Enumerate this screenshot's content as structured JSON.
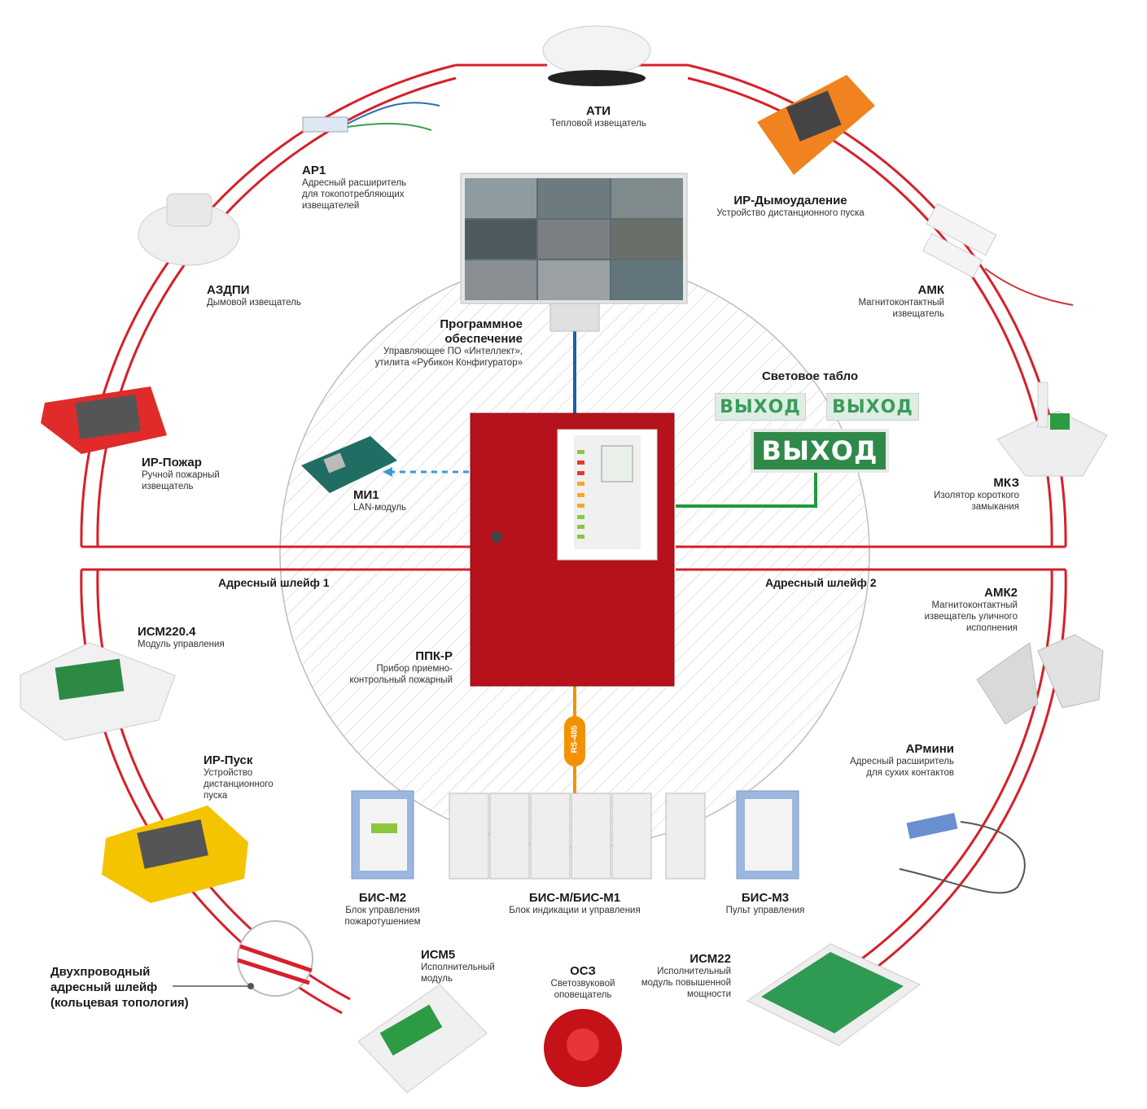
{
  "center_device": {
    "title": "ППК-Р",
    "desc": "Прибор приемно-\nконтрольный пожарный"
  },
  "software": {
    "title": "Программное\nобеспечение",
    "desc": "Управляющее ПО «Интеллект»,\nутилита «Рубикон Конфигуратор»"
  },
  "mi1": {
    "title": "МИ1",
    "desc": "LAN-модуль"
  },
  "light_board": {
    "title": "Световое табло",
    "sign_text": "ВЫХОД"
  },
  "loop1": "Адресный шлейф 1",
  "loop2": "Адресный шлейф 2",
  "rs485": "RS-485",
  "two_wire": "Двухпроводный\nадресный шлейф\n(кольцевая топология)",
  "devices": {
    "ati": {
      "title": "АТИ",
      "desc": "Тепловой извещатель"
    },
    "ar1": {
      "title": "АР1",
      "desc": "Адресный расширитель\nдля токопотребляющих\nизвещателей"
    },
    "azdpi": {
      "title": "АЗДПИ",
      "desc": "Дымовой извещатель"
    },
    "ir_pozhar": {
      "title": "ИР-Пожар",
      "desc": "Ручной пожарный\nизвещатель"
    },
    "ir_dym": {
      "title": "ИР-Дымоудаление",
      "desc": "Устройство дистанционного пуска"
    },
    "amk": {
      "title": "АМК",
      "desc": "Магнитоконтактный\nизвещатель"
    },
    "mkz": {
      "title": "МКЗ",
      "desc": "Изолятор короткого\nзамыкания"
    },
    "amk2": {
      "title": "АМК2",
      "desc": "Магнитоконтактный\nизвещатель уличного\nисполнения"
    },
    "armini": {
      "title": "АРмини",
      "desc": "Адресный расширитель\nдля сухих контактов"
    },
    "ism220": {
      "title": "ИСМ220.4",
      "desc": "Модуль управления"
    },
    "ir_pusk": {
      "title": "ИР-Пуск",
      "desc": "Устройство\nдистанционного\nпуска"
    },
    "ism5": {
      "title": "ИСМ5",
      "desc": "Исполнительный\nмодуль"
    },
    "osz": {
      "title": "ОСЗ",
      "desc": "Светозвуковой\nоповещатель"
    },
    "ism22": {
      "title": "ИСМ22",
      "desc": "Исполнительный\nмодуль повышенной\nмощности"
    },
    "bis_m2": {
      "title": "БИС-М2",
      "desc": "Блок управления\nпожаротушением"
    },
    "bis_m": {
      "title": "БИС-М/БИС-М1",
      "desc": "Блок индикации и управления"
    },
    "bis_m3": {
      "title": "БИС-М3",
      "desc": "Пульт управления"
    }
  },
  "colors": {
    "loop": "#d6202a",
    "panel": "#b5121b",
    "rs485": "#f39200",
    "ethernet": "#1b5fab",
    "signal": "#1e9a3c",
    "exit_sign": "#2f8a4a"
  }
}
